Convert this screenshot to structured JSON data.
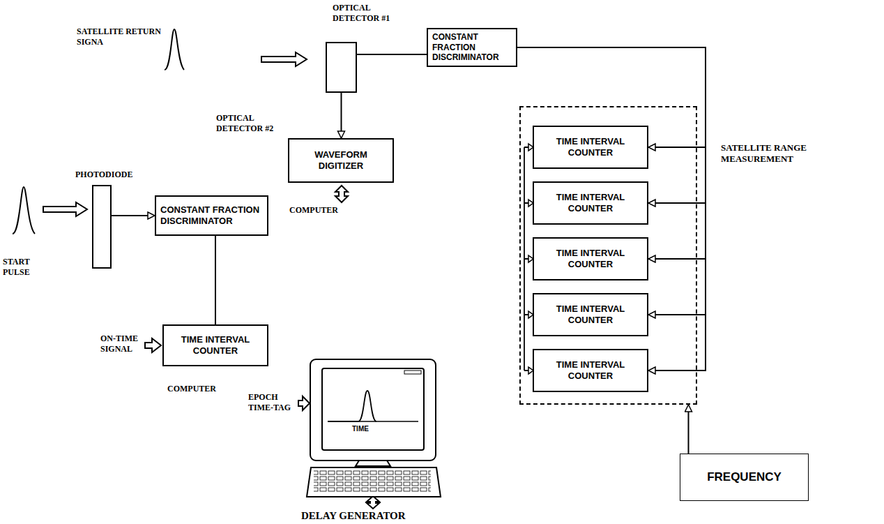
{
  "diagram": {
    "nodes": [
      {
        "text": [
          "OPTICAL DETECTOR #1"
        ]
      },
      {
        "text": [
          "CONSTANT FRACTION DISCRIMINATOR"
        ]
      },
      {
        "text": [
          "SATELLITE RANGE MEASUREMENT"
        ]
      },
      {
        "text": [
          "TIME INTERVAL COUNTER"
        ],
        "in": 2
      },
      {
        "text": [
          "TIME INTERVAL COUNTER"
        ],
        "in": 2
      },
      {
        "text": [
          "TIME INTERVAL COUNTER"
        ],
        "in": 2
      },
      {
        "text": [
          "TIME INTERVAL COUNTER"
        ],
        "in": 2
      },
      {
        "text": [
          "TIME INTERVAL COUNTER"
        ],
        "in": 2
      },
      {
        "text": [
          "WAVEFORM DIGITIZER"
        ]
      },
      {
        "text": [
          "PHOTODIODE"
        ]
      },
      {
        "text": [
          "CONSTANT FRACTION DISCRIMINATOR"
        ]
      },
      {
        "text": [
          "TIME INTERVAL COUNTER"
        ]
      },
      {
        "text": [
          "FREQUENCY"
        ]
      }
    ],
    "edges": [
      {
        "from": 0,
        "to": 1,
        "arrow": "none"
      },
      {
        "from": 1,
        "to": 3,
        "arrow": "to"
      },
      {
        "from": 1,
        "to": 4,
        "arrow": "to"
      },
      {
        "from": 1,
        "to": 5,
        "arrow": "to"
      },
      {
        "from": 1,
        "to": 6,
        "arrow": "to"
      },
      {
        "from": 1,
        "to": 7,
        "arrow": "to"
      },
      {
        "from": 0,
        "to": 8,
        "arrow": "to"
      },
      {
        "from": 9,
        "to": 10,
        "arrow": "to"
      },
      {
        "from": 10,
        "to": 11,
        "arrow": "none"
      },
      {
        "from": 12,
        "to": 2,
        "arrow": "to"
      }
    ],
    "labels": [
      "SATELLITE RETURN SIGNA",
      "COMPUTER",
      "OPTICAL DETECTOR #2",
      "START PULSE",
      "ON-TIME SIGNAL",
      "COMPUTER",
      "EPOCH TIME-TAG",
      "TIME",
      "DELAY GENERATOR"
    ]
  }
}
